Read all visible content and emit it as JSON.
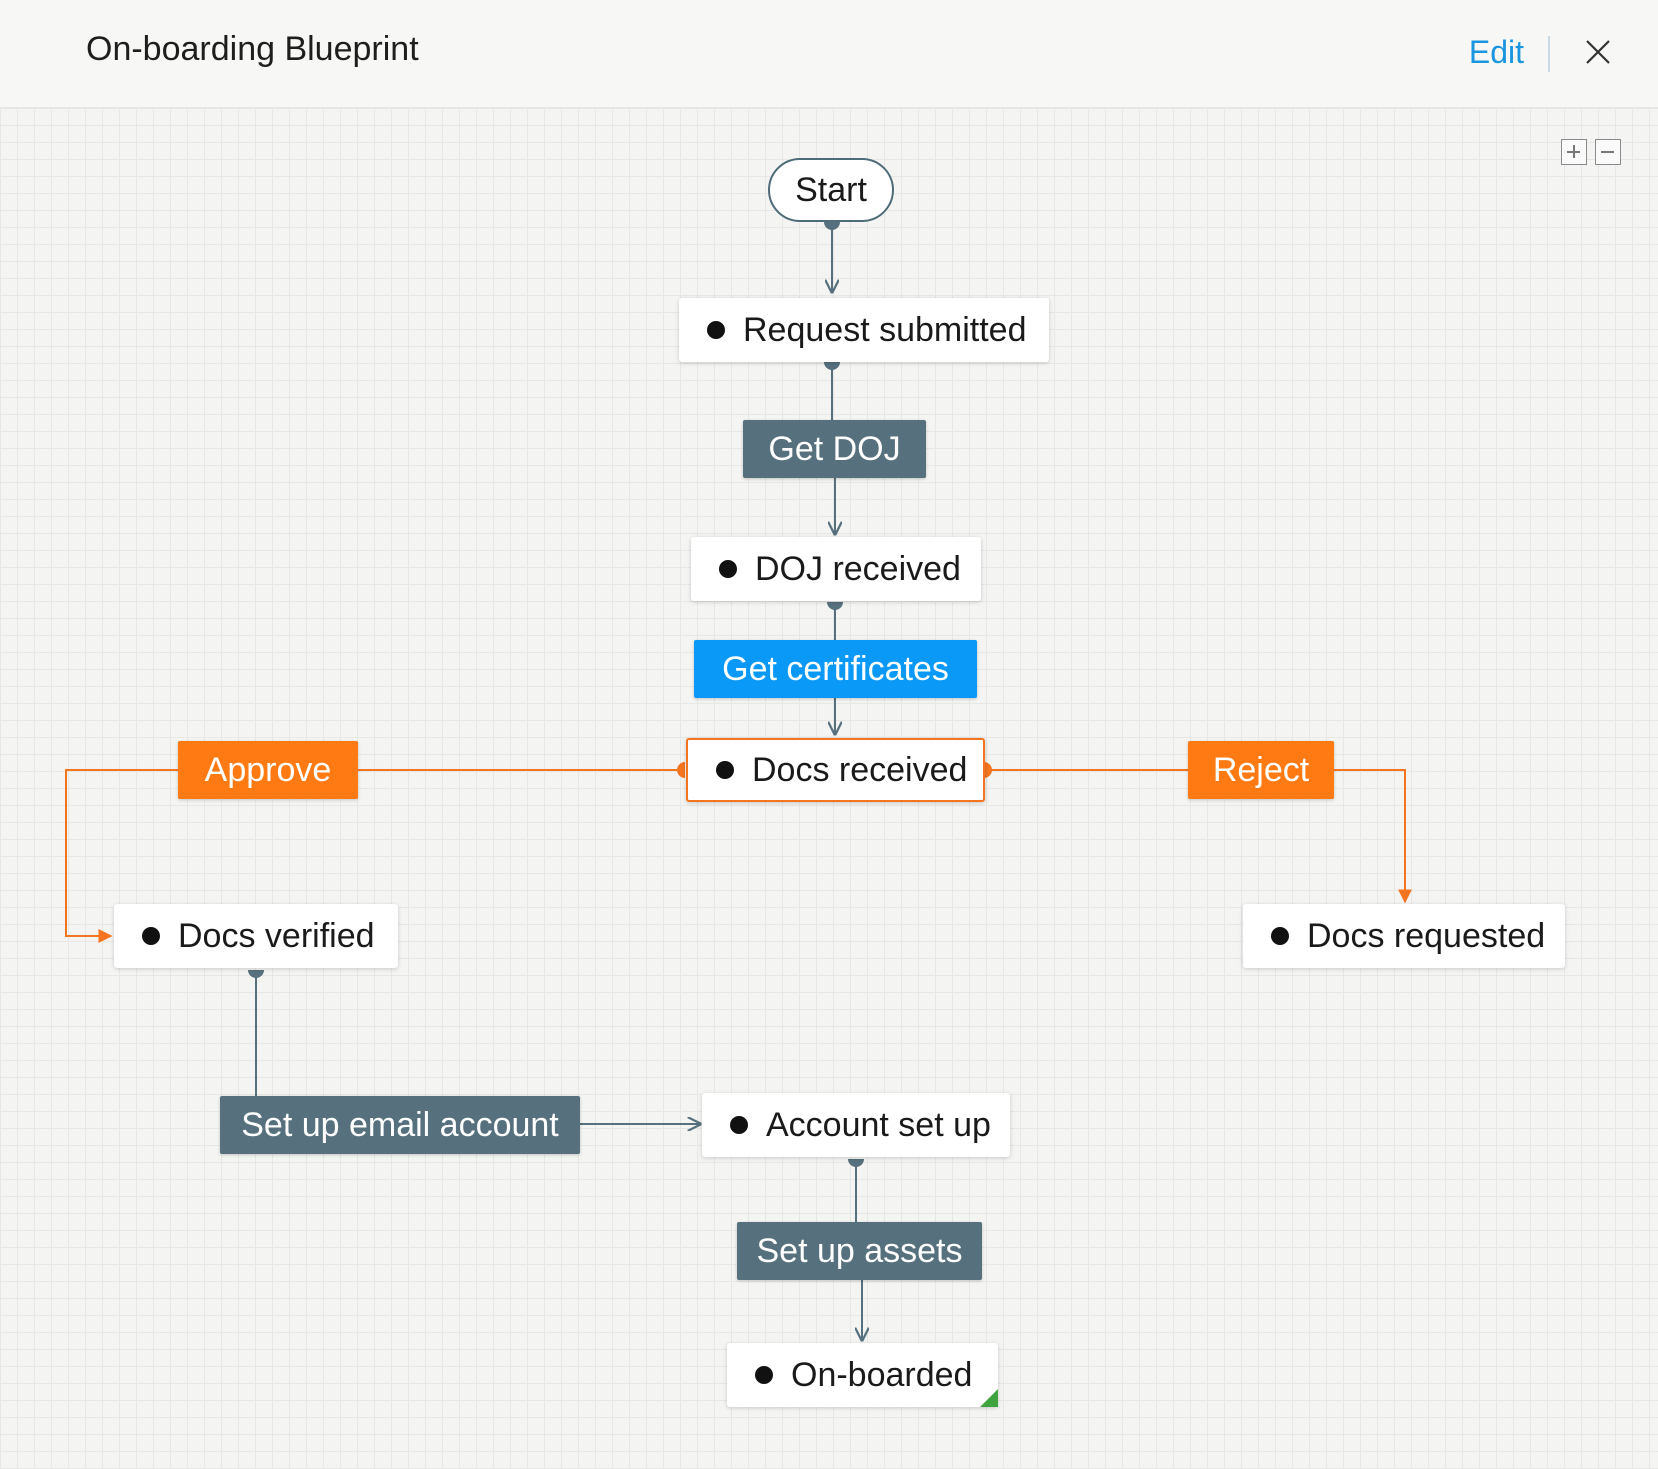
{
  "header": {
    "title": "On-boarding Blueprint",
    "edit_label": "Edit"
  },
  "diagram": {
    "start_label": "Start",
    "states": {
      "request_submitted": "Request submitted",
      "doj_received": "DOJ received",
      "docs_received": "Docs received",
      "docs_verified": "Docs verified",
      "docs_requested": "Docs requested",
      "account_set_up": "Account set up",
      "on_boarded": "On-boarded"
    },
    "transitions": {
      "get_doj": "Get DOJ",
      "get_certificates": "Get certificates",
      "approve": "Approve",
      "reject": "Reject",
      "set_up_email_account": "Set up email account",
      "set_up_assets": "Set up assets"
    },
    "colors": {
      "connector": "#56717d",
      "branch": "#f47520",
      "current_transition": "#0a99f7",
      "completed_marker": "#3fa43f"
    }
  }
}
